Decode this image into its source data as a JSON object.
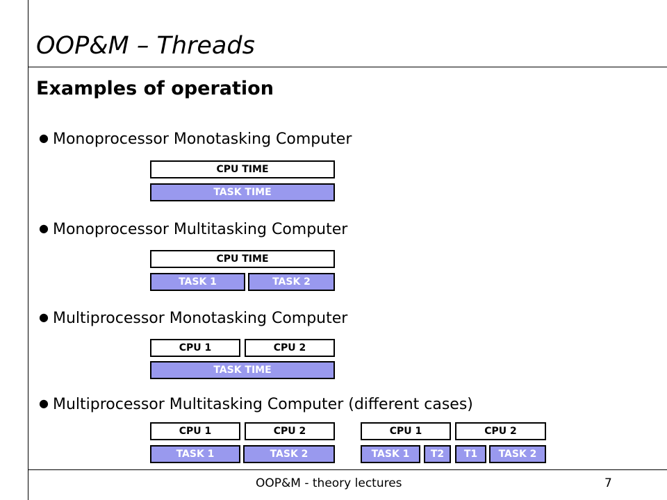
{
  "slide": {
    "title": "OOP&M – Threads",
    "subtitle": "Examples of operation"
  },
  "sections": [
    {
      "label": "Monoprocessor Monotasking Computer",
      "cpu_row": [
        "CPU TIME"
      ],
      "task_row": [
        "TASK TIME"
      ]
    },
    {
      "label": "Monoprocessor Multitasking Computer",
      "cpu_row": [
        "CPU TIME"
      ],
      "task_row": [
        "TASK 1",
        "TASK 2"
      ]
    },
    {
      "label": "Multiprocessor Monotasking Computer",
      "cpu_row": [
        "CPU 1",
        "CPU 2"
      ],
      "task_row": [
        "TASK TIME"
      ]
    },
    {
      "label": "Multiprocessor Multitasking Computer (different cases)",
      "case_a": {
        "cpu_row": [
          "CPU 1",
          "CPU 2"
        ],
        "task_row": [
          "TASK 1",
          "TASK 2"
        ]
      },
      "case_b": {
        "cpu_row": [
          "CPU 1",
          "CPU 2"
        ],
        "task_row": [
          "TASK 1",
          "T2",
          "T1",
          "TASK 2"
        ]
      }
    }
  ],
  "footer": {
    "text": "OOP&M - theory lectures",
    "page_number": "7"
  },
  "colors": {
    "task_fill": "#9999ee",
    "cpu_fill": "#ffffff",
    "border": "#000000"
  }
}
